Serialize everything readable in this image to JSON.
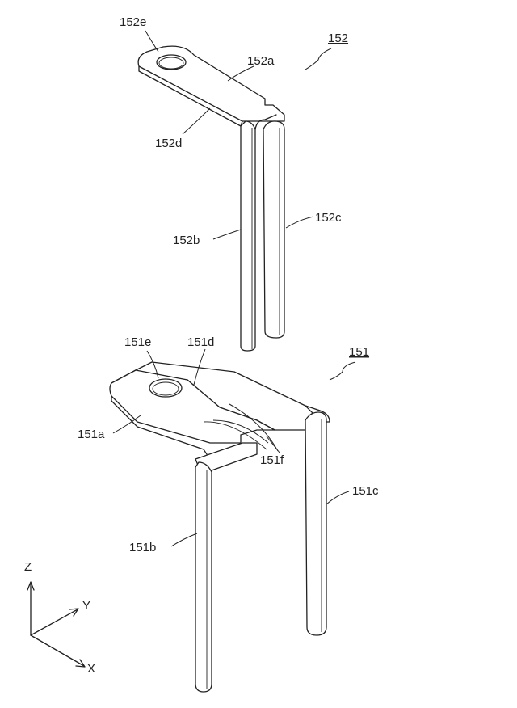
{
  "part_152": {
    "ref": "152",
    "labels": {
      "a": "152a",
      "b": "152b",
      "c": "152c",
      "d": "152d",
      "e": "152e"
    }
  },
  "part_151": {
    "ref": "151",
    "labels": {
      "a": "151a",
      "b": "151b",
      "c": "151c",
      "d": "151d",
      "e": "151e",
      "f": "151f"
    }
  },
  "axes": {
    "z": "Z",
    "y": "Y",
    "x": "X"
  }
}
